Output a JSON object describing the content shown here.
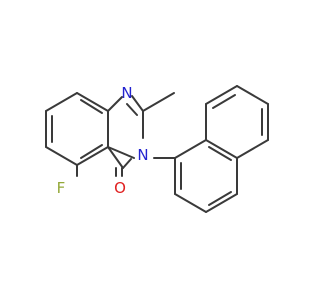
{
  "structure": {
    "atoms": {
      "nitrogen_top": "N",
      "nitrogen_ring": "N",
      "fluorine": "F",
      "oxygen": "O"
    },
    "colors": {
      "bond": "#3a3a3a",
      "nitrogen": "#2323d0",
      "fluorine": "#93a838",
      "oxygen": "#e02020"
    }
  }
}
